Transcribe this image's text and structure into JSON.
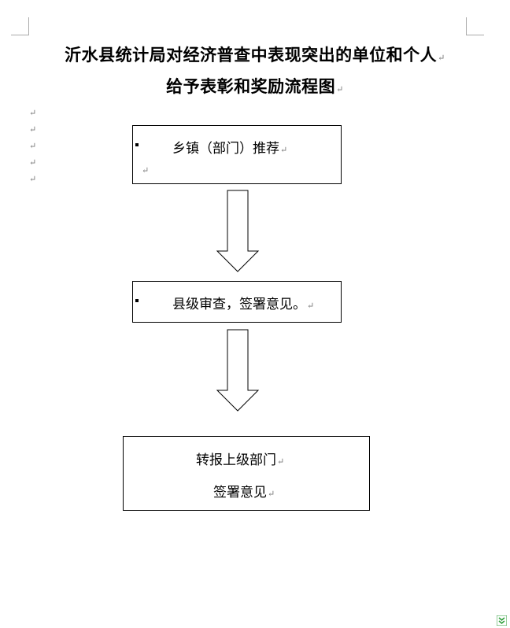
{
  "document": {
    "title_line1": "沂水县统计局对经济普查中表现突出的单位和个人",
    "title_line2": "给予表彰和奖励流程图",
    "paragraph_mark": "↵"
  },
  "flowchart": {
    "step1": {
      "text": "乡镇（部门）推荐"
    },
    "step2": {
      "text": "县级审查，签署意见。"
    },
    "step3": {
      "line1": "转报上级部门",
      "line2": "签署意见"
    }
  },
  "colors": {
    "stroke": "#000000",
    "paragraph_mark": "#7a7a7a",
    "crop_mark": "#aaaaaa",
    "status_icon": "#2e9e3a"
  },
  "icons": {
    "status": "double-chevron-down-icon"
  }
}
